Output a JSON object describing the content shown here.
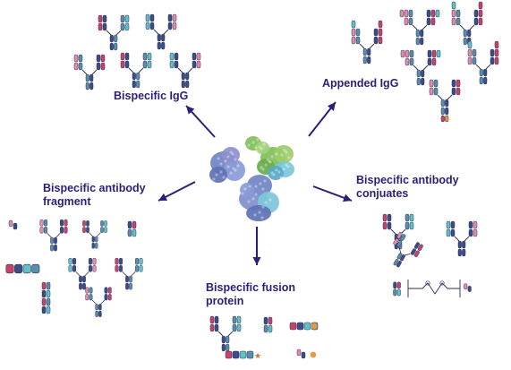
{
  "labels": {
    "bispecific_igg": "Bispecific IgG",
    "appended_igg": "Appended IgG",
    "antibody_fragment": "Bispecific antibody\nfragment",
    "antibody_conjugates": "Bispecific antibody\nconjuates",
    "fusion_protein": "Bispecific fusion\nprotein"
  },
  "colors": {
    "arrow": "#2d1f78",
    "label": "#2d1f78",
    "heavy_chain_a": "#3c4d86",
    "heavy_chain_b": "#5b8fa8",
    "light_chain_a": "#c8436c",
    "light_chain_b": "#e48ba9",
    "light_chain_c": "#62c0c9",
    "center_green": "#7fbf5a",
    "center_blue": "#6f86c2",
    "center_cyan": "#7cc7d9"
  }
}
